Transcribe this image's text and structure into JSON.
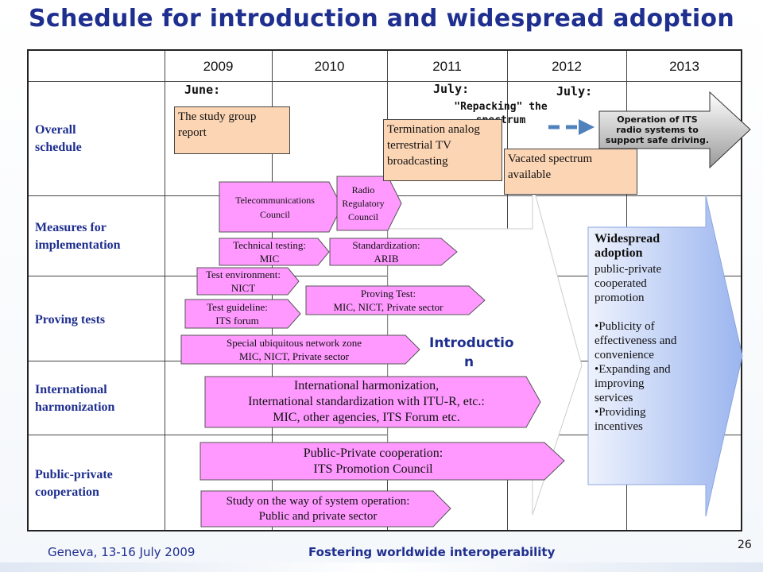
{
  "title": "Schedule for introduction and widespread adoption",
  "years": [
    "2009",
    "2010",
    "2011",
    "2012",
    "2013"
  ],
  "rows": {
    "overall": [
      "Overall",
      "schedule"
    ],
    "measures": [
      "Measures for",
      "implementation"
    ],
    "proving": [
      "Proving tests"
    ],
    "intl": [
      "International",
      "harmonization"
    ],
    "ppc": [
      "Public-private",
      "cooperation"
    ]
  },
  "markers": {
    "june": "June:",
    "july1": "July:",
    "july2": "July:",
    "repacking": "\"Repacking\" the spectrum"
  },
  "boxes": {
    "study_report": "The study group report",
    "termination": "Termination analog terrestrial TV broadcasting",
    "vacated": "Vacated spectrum available",
    "operation": "Operation of ITS radio systems to support safe driving."
  },
  "arrows": {
    "telecom_council": [
      "Telecommunications",
      "Council"
    ],
    "radio_council": [
      "Radio",
      "Regulatory",
      "Council"
    ],
    "tech_testing": [
      "Technical testing:",
      "MIC"
    ],
    "standardization": [
      "Standardization:",
      "ARIB"
    ],
    "test_env": [
      "Test environment:",
      "NICT"
    ],
    "proving_test": [
      "Proving Test:",
      "MIC, NICT, Private sector"
    ],
    "test_guideline": [
      "Test guideline:",
      "ITS forum"
    ],
    "ubiquitous": [
      "Special ubiquitous network zone",
      "MIC, NICT, Private sector"
    ],
    "intl_harm": [
      "International harmonization,",
      "International standardization with ITU-R, etc.:",
      "MIC, other agencies, ITS Forum etc."
    ],
    "ppc_council": [
      "Public-Private cooperation:",
      "ITS Promotion Council"
    ],
    "study_way": [
      "Study on the way of system operation:",
      "Public and private sector"
    ]
  },
  "introduction": [
    "Introductio",
    "n"
  ],
  "widespread": {
    "heading": [
      "Widespread",
      "adoption"
    ],
    "subtitle": [
      "public-private",
      "cooperated",
      "promotion"
    ],
    "bullets": [
      [
        "Publicity of",
        "effectiveness and",
        "convenience"
      ],
      [
        "Expanding and",
        "improving",
        "services"
      ],
      [
        "Providing",
        "incentives"
      ]
    ]
  },
  "footer": {
    "left": "Geneva, 13-16 July 2009",
    "center": "Fostering worldwide interoperability",
    "page": "26"
  },
  "colors": {
    "title": "#1f2f8f",
    "pink_arrow": "#ff99ff",
    "orange_box": "#fcd5b4",
    "dashed_arrow": "#4f81bd",
    "widespread_fill": "#b8cdf5"
  }
}
